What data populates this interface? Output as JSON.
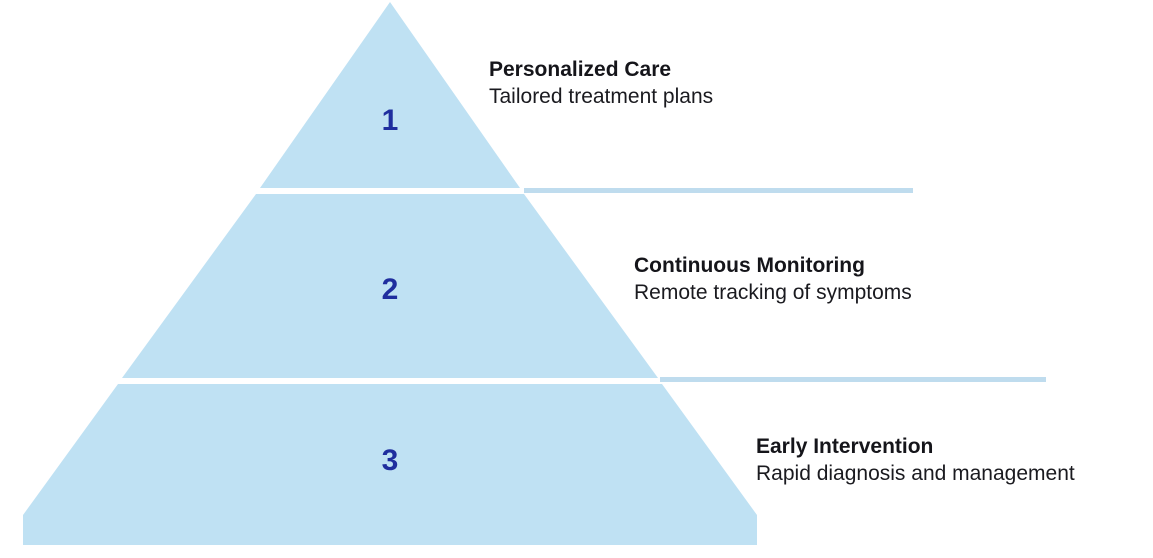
{
  "diagram": {
    "type": "pyramid",
    "orientation": "apex-up",
    "tier_count": 3,
    "colors": {
      "pyramid_fill": "#BFE1F3",
      "number_text": "#1F2E9E",
      "connector_line": "#BFDCEE",
      "title_text": "#15151A",
      "subtitle_text": "#1A1A1F",
      "background": "#FFFFFF"
    },
    "tiers": [
      {
        "number": "1",
        "title": "Personalized Care",
        "subtitle": "Tailored treatment plans",
        "has_connector_line": true
      },
      {
        "number": "2",
        "title": "Continuous Monitoring",
        "subtitle": "Remote tracking of symptoms",
        "has_connector_line": true
      },
      {
        "number": "3",
        "title": "Early Intervention",
        "subtitle": "Rapid diagnosis and management",
        "has_connector_line": false
      }
    ]
  }
}
